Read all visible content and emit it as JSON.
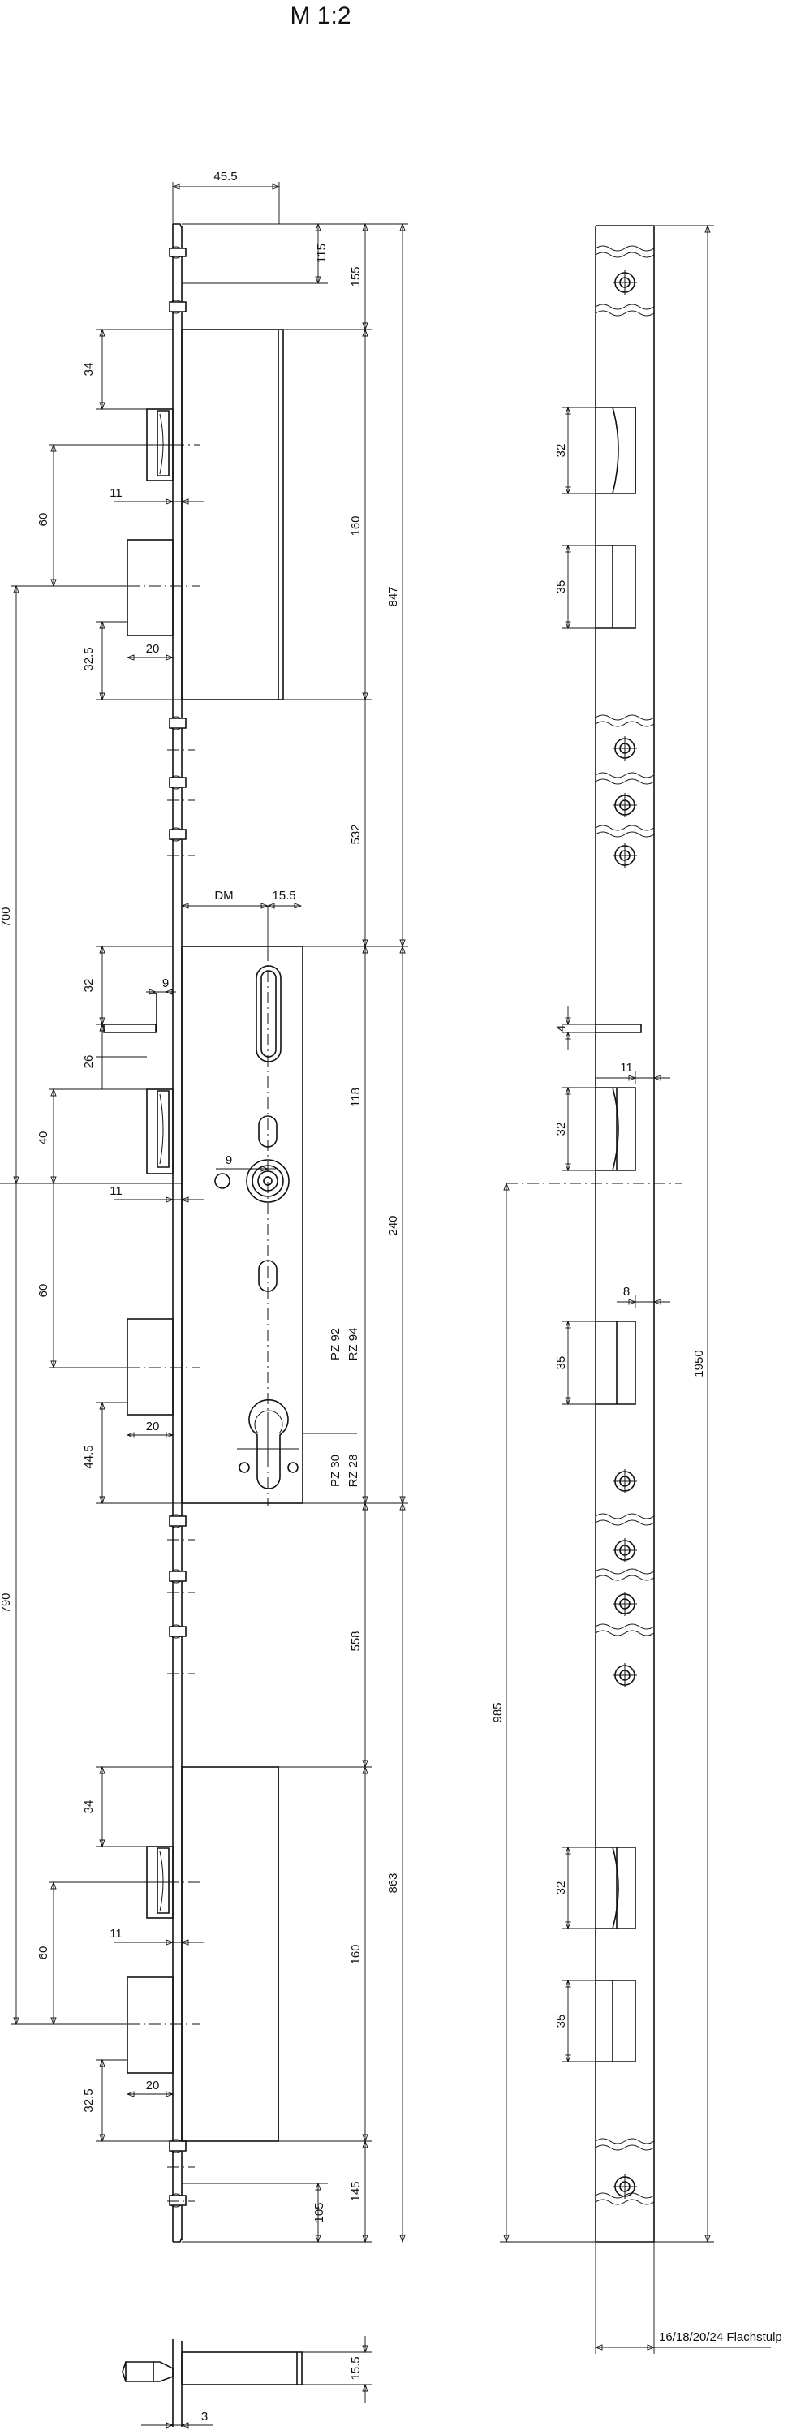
{
  "title": "M 1:2",
  "labels": {
    "d45_5": "45.5",
    "d115": "115",
    "d155": "155",
    "d34a": "34",
    "d60a": "60",
    "d11a": "11",
    "d160a": "160",
    "d847": "847",
    "d32_5a": "32.5",
    "d20a": "20",
    "d532": "532",
    "d700": "700",
    "dm": "DM",
    "d15_5": "15.5",
    "d32b": "32",
    "d9a": "9",
    "d118": "118",
    "d26": "26",
    "d40": "40",
    "d11b": "11",
    "d9b": "9",
    "d240": "240",
    "d60b": "60",
    "pz92": "PZ 92",
    "rz94": "RZ 94",
    "d20b": "20",
    "d44_5": "44.5",
    "pz30": "PZ 30",
    "rz28": "RZ 28",
    "d790": "790",
    "d558": "558",
    "d34c": "34",
    "d863": "863",
    "d60c": "60",
    "d11c": "11",
    "d160c": "160",
    "d32_5c": "32.5",
    "d20c": "20",
    "d145": "145",
    "d105": "105",
    "d15_5b": "15.5",
    "d3": "3",
    "r32a": "32",
    "r35a": "35",
    "r4": "4",
    "r11": "11",
    "r32b": "32",
    "r8": "8",
    "r35b": "35",
    "r1950": "1950",
    "r985": "985",
    "r32c": "32",
    "r35c": "35",
    "flachstulp": "16/18/20/24 Flachstulp"
  }
}
